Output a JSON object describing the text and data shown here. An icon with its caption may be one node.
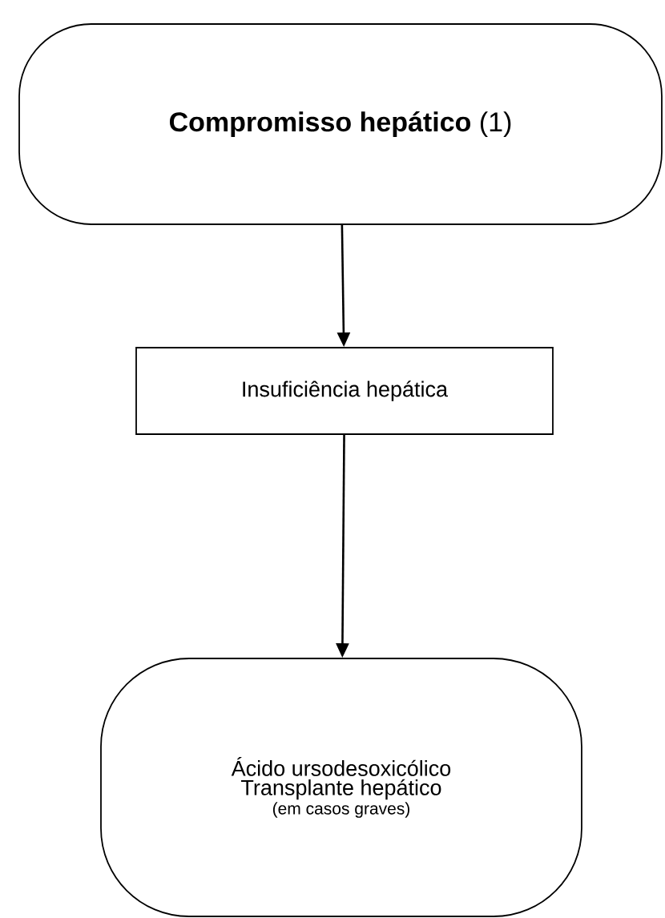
{
  "diagram": {
    "nodes": [
      {
        "text": [
          "**Compromisso hepático** (1)"
        ]
      },
      {
        "text": [
          "Insuficiência hepática"
        ]
      },
      {
        "text": [
          "Ácido ursodesoxicólico",
          "Transplante hepático",
          "(em casos graves)"
        ]
      }
    ],
    "edges": [
      {
        "from": 0,
        "to": 1,
        "arrow": "to"
      },
      {
        "from": 1,
        "to": 2,
        "arrow": "to"
      }
    ]
  }
}
